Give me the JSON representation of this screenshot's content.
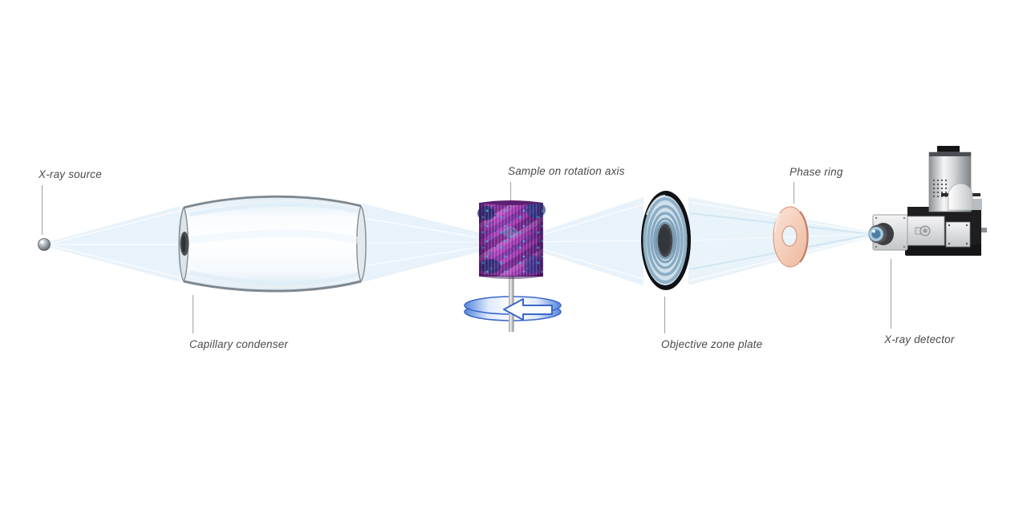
{
  "diagram": {
    "labels": {
      "xray_source": "X-ray source",
      "capillary_condenser": "Capillary condenser",
      "sample": "Sample on rotation axis",
      "objective_zone_plate": "Objective zone plate",
      "phase_ring": "Phase ring",
      "xray_detector": "X-ray detector"
    },
    "colors": {
      "background": "#ffffff",
      "label_text": "#4a4a4a",
      "leader_line": "#a6a6a6",
      "xray_beam_blue": "#d6e8f5",
      "sample_purple": "#a23bb0",
      "sample_speckle_blue": "#2fa3d9",
      "zone_plate_ring_blue": "#87a9c0",
      "phase_ring_peach": "#f2c2aa",
      "rotation_arrow_blue": "#3a66c8",
      "detector_black": "#1e1e20"
    }
  }
}
